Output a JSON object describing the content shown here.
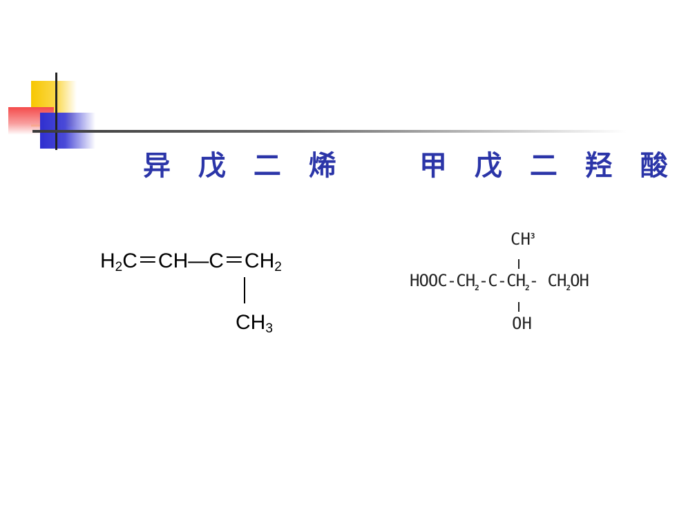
{
  "slide": {
    "titles": {
      "left": "异 戊 二 烯",
      "right": "甲 戊 二 羟 酸"
    },
    "isoprene": {
      "line1_part1": "H",
      "line1_sub1": "2",
      "line1_part2": "C＝CH—C＝CH",
      "line1_sub2": "2",
      "branch": "CH",
      "branch_sub": "3"
    },
    "mevalonic_acid": {
      "top": "CH",
      "top_sub": "3",
      "main_a": "HOOC-CH",
      "main_sub_a": "2",
      "main_b": "-C-CH",
      "main_sub_b": "2",
      "main_c": "- CH",
      "main_sub_c": "2",
      "main_d": "OH",
      "bottom": "OH"
    },
    "colors": {
      "title": "#2b35a8",
      "ornament_yellow": "#f7c700",
      "ornament_red": "#f44a4a",
      "ornament_blue": "#2f2fcf"
    }
  }
}
